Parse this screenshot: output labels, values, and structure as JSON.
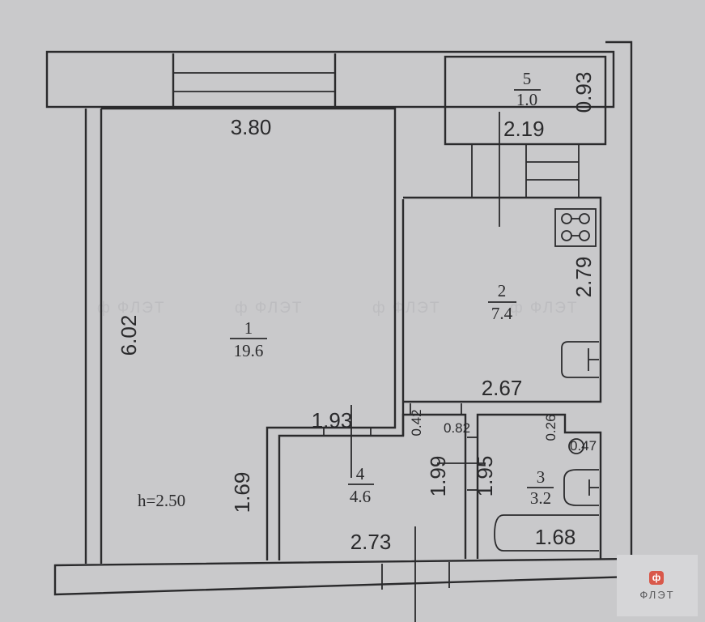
{
  "plan": {
    "ceiling_height": "h=2.50",
    "rooms": [
      {
        "number": "1",
        "area": "19.6"
      },
      {
        "number": "2",
        "area": "7.4"
      },
      {
        "number": "3",
        "area": "3.2"
      },
      {
        "number": "4",
        "area": "4.6"
      },
      {
        "number": "5",
        "area": "1.0"
      }
    ],
    "dimensions": {
      "room1_width": "3.80",
      "room1_length": "6.02",
      "room5_width": "2.19",
      "room5_depth": "0.93",
      "room2_length": "2.79",
      "room2_width": "2.67",
      "hall_top": "1.93",
      "hall_left": "1.69",
      "hall_bottom": "2.73",
      "wc_width": "0.82",
      "wc_depth": "0.42",
      "wc_length": "1.99",
      "bath_length": "1.95",
      "sink_offset": "0.26",
      "sink_width": "0.47",
      "tub_length": "1.68"
    }
  },
  "watermark": {
    "text": "ф ФЛЭТ"
  },
  "logo": {
    "badge": "ф",
    "text": "ФЛЭТ",
    "color": "#d9584a"
  }
}
